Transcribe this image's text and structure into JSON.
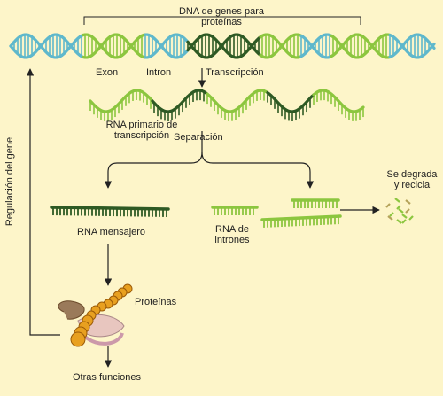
{
  "labels": {
    "dna_title_line1": "DNA de genes para",
    "dna_title_line2": "proteínas",
    "exon": "Exon",
    "intron": "Intron",
    "transcripcion": "Transcripción",
    "rna_primario_line1": "RNA primario de",
    "rna_primario_line2": "transcripción",
    "separacion": "Separación",
    "se_degrada_line1": "Se degrada",
    "se_degrada_line2": "y recicla",
    "rna_mensajero": "RNA mensajero",
    "rna_intrones_line1": "RNA de",
    "rna_intrones_line2": "intrones",
    "proteinas": "Proteínas",
    "otras_funciones": "Otras funciones",
    "regulacion": "Regulación del gene"
  },
  "colors": {
    "background": "#fdf5c9",
    "intron_blue": "#5fb8cc",
    "exon_dark_green": "#2e5a24",
    "exon_light_green": "#8cc63f",
    "arrow": "#222222"
  }
}
